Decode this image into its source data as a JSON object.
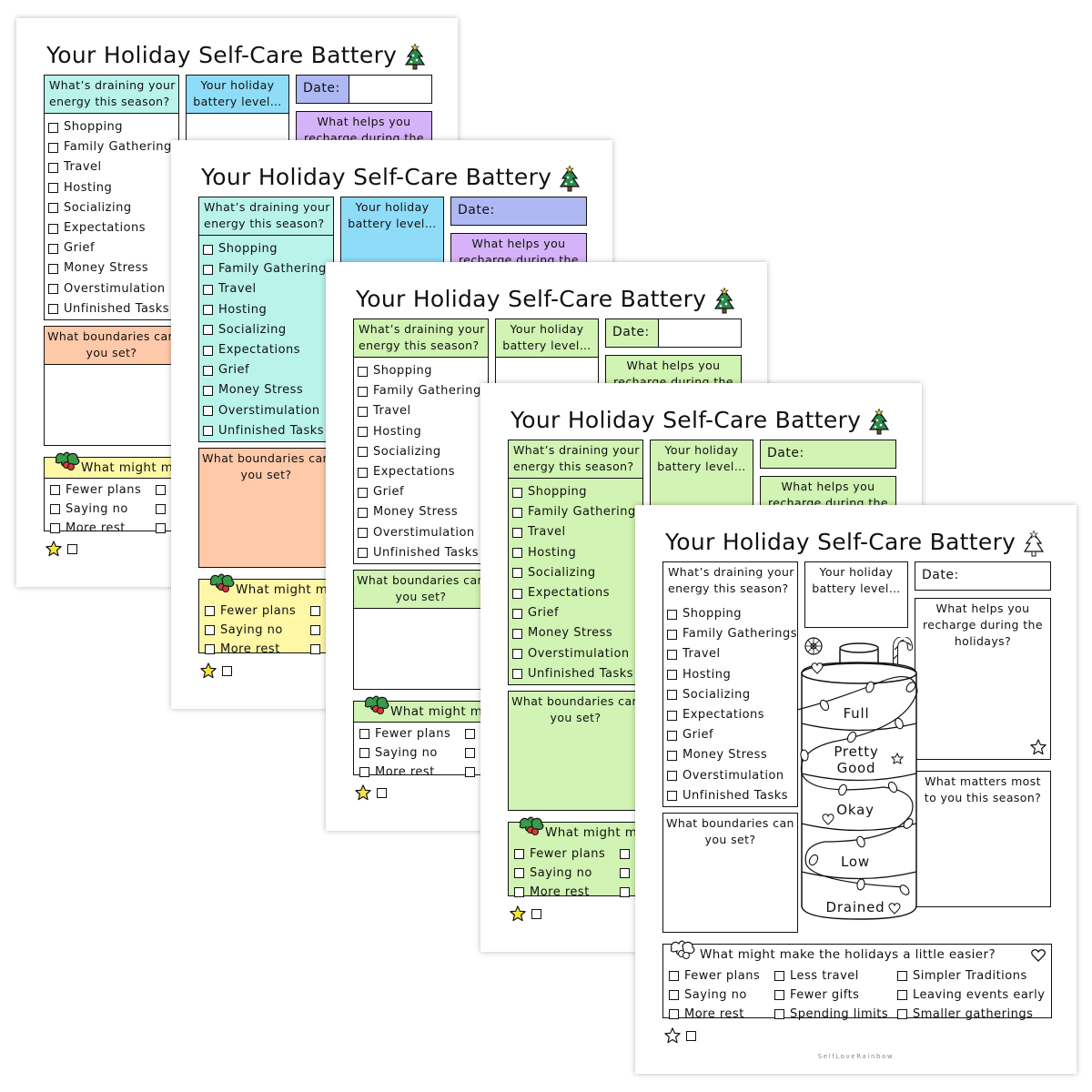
{
  "title": "Your Holiday Self-Care Battery",
  "drain_header": "What’s draining your energy this season?",
  "drain_items": [
    "Shopping",
    "Family Gatherings",
    "Travel",
    "Hosting",
    "Socializing",
    "Expectations",
    "Grief",
    "Money Stress",
    "Overstimulation",
    "Unfinished Tasks"
  ],
  "level_header": "Your holiday battery level…",
  "date_label": "Date:",
  "recharge_header": "What helps you recharge during the holidays?",
  "recharge_header_short": "What helps you recharge during the",
  "matters_header": "What matters most to you this season?",
  "boundaries_header": "What boundaries can you set?",
  "easier_header": "What might make the holidays a little easier?",
  "easier_header_short": "What might m",
  "easier_items": [
    "Fewer plans",
    "Less travel",
    "Simpler Traditions",
    "Saying no",
    "Fewer gifts",
    "Leaving events early",
    "More rest",
    "Spending limits",
    "Smaller gatherings"
  ],
  "battery_levels": [
    "Full",
    "Pretty Good",
    "Okay",
    "Low",
    "Drained"
  ],
  "footer": "SelfLoveRainbow",
  "colors": {
    "teal": "#b9f3ea",
    "sky": "#8fdcf8",
    "periwinkle": "#aeb8f3",
    "lavender": "#d6b3f8",
    "peach": "#fec9a9",
    "lemon": "#fdf7a6",
    "green": "#d1f3b3"
  },
  "icons": [
    "christmas-tree-icon",
    "holly-icon",
    "star-icon",
    "candy-cane-icon",
    "peppermint-icon",
    "heart-icon",
    "lightbulb-icon"
  ]
}
